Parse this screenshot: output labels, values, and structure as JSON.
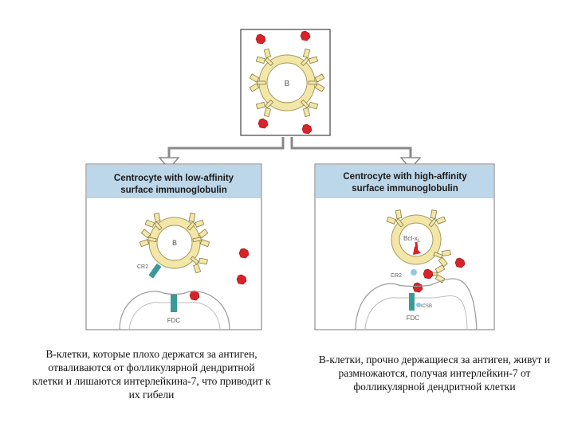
{
  "top": {
    "cell_label": "B"
  },
  "left_panel": {
    "header_line1": "Centrocyte  with  low-affinity",
    "header_line2": "surface  immunoglobulin",
    "cell_label": "B",
    "receptor_label": "CR2",
    "fdc_label": "FDC",
    "caption": "B-клетки, которые плохо держатся за антиген, отваливаются от фолликулярной дендритной клетки и лишаются интерлейкина-7, что приводит к их гибели"
  },
  "right_panel": {
    "header_line1": "Centrocyte  with  high-affinity",
    "header_line2": "surface  immunoglobulin",
    "cell_label": "Bcl-x",
    "cell_label_sub": "L",
    "receptor_label": "CR2",
    "icos_label": "ICSB",
    "fdc_label": "FDC",
    "caption": "В-клетки, прочно держащиеся за антиген, живут и размножаются, получая интерлейкин-7 от фолликулярной дендритной клетки"
  },
  "colors": {
    "header_bg": "#bcd6ea",
    "cell_ring": "#f2e6a8",
    "cell_ring_stroke": "#a89a5a",
    "antigen": "#d8232a",
    "receptor": "#3a9a96",
    "arrow": "#8a8a8a"
  }
}
